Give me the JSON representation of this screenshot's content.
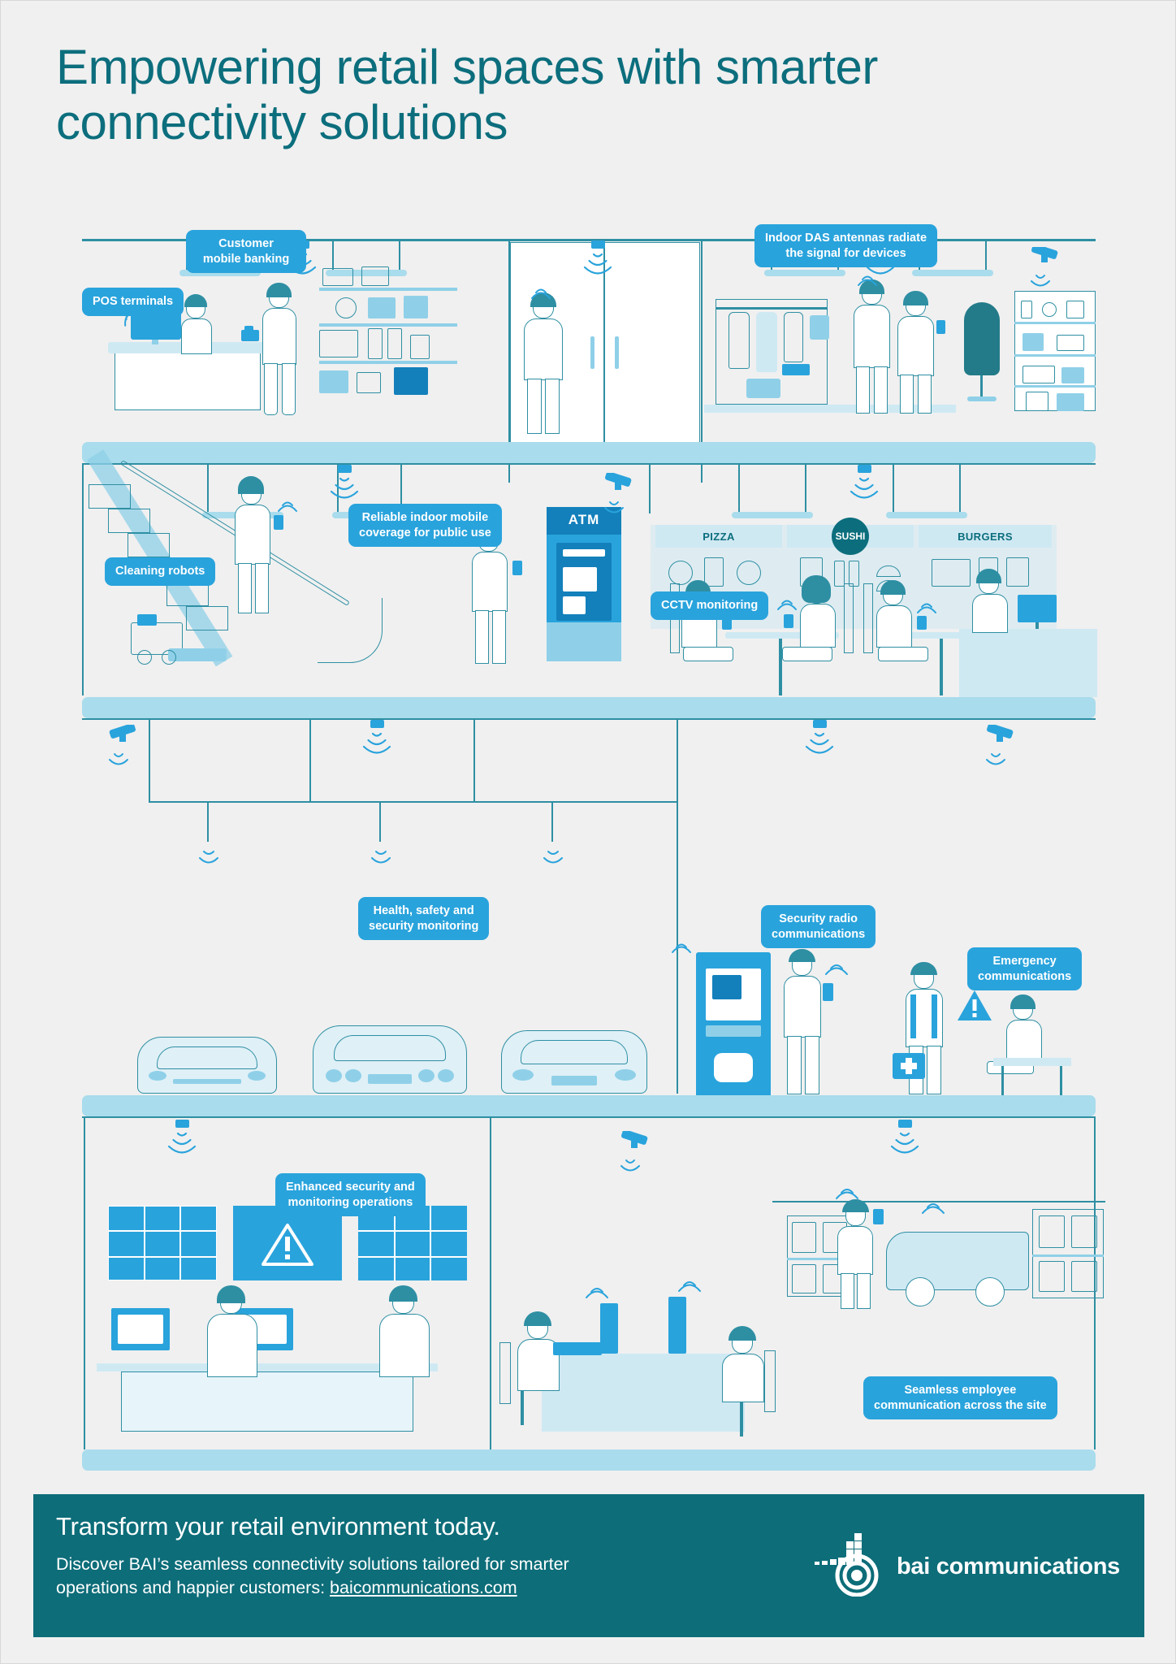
{
  "title": "Empowering retail spaces with smarter connectivity solutions",
  "brand": {
    "teal": "#0c6e7d",
    "blue": "#29a3dc",
    "light_blue": "#a9dcec",
    "pale": "#cfe9f3",
    "footer_bg": "#0d6d79",
    "page_bg": "#f0f0f0"
  },
  "callouts": [
    {
      "id": "pos-terminals",
      "label": "POS terminals"
    },
    {
      "id": "customer-mobile-banking",
      "label": "Customer\nmobile banking"
    },
    {
      "id": "indoor-das-antennas",
      "label": "Indoor DAS antennas radiate\nthe signal for devices"
    },
    {
      "id": "reliable-indoor-mobile",
      "label": "Reliable indoor mobile\ncoverage for public use"
    },
    {
      "id": "cctv-monitoring",
      "label": "CCTV monitoring"
    },
    {
      "id": "cleaning-robots",
      "label": "Cleaning robots"
    },
    {
      "id": "health-safety-security",
      "label": "Health, safety and\nsecurity monitoring"
    },
    {
      "id": "security-radio",
      "label": "Security radio\ncommunications"
    },
    {
      "id": "emergency-communications",
      "label": "Emergency\ncommunications"
    },
    {
      "id": "enhanced-security",
      "label": "Enhanced security and\nmonitoring operations"
    },
    {
      "id": "seamless-employee",
      "label": "Seamless employee\ncommunication across the site"
    }
  ],
  "signage": {
    "atm": "ATM",
    "food_court": [
      {
        "name": "PIZZA"
      },
      {
        "name": "SUSHI"
      },
      {
        "name": "BURGERS"
      }
    ]
  },
  "footer": {
    "headline": "Transform your retail environment today.",
    "body_before": "Discover BAI’s seamless connectivity solutions tailored for smarter operations and happier customers: ",
    "link": "baicommunications.com",
    "logo_word": "bai communications"
  }
}
